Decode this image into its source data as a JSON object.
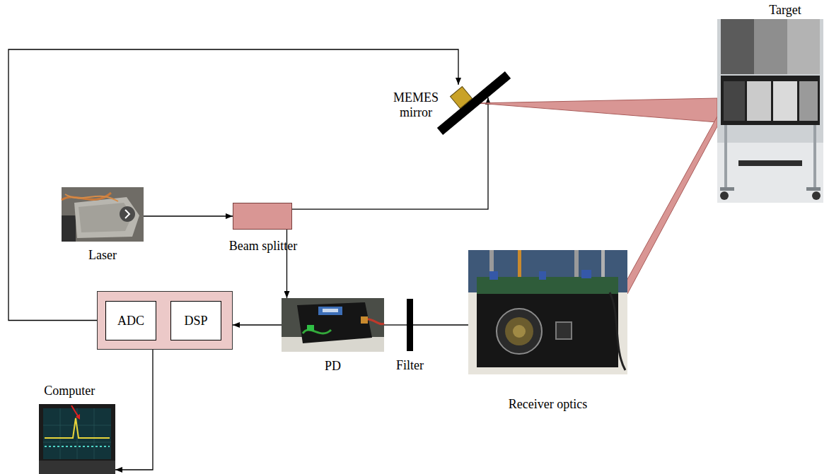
{
  "diagram": {
    "nodes": [
      {
        "text": [
          "Target"
        ]
      },
      {
        "text": [
          "MEMES mirror"
        ]
      },
      {
        "text": [
          "Laser"
        ]
      },
      {
        "text": [
          "Beam splitter"
        ]
      },
      {
        "text": []
      },
      {
        "text": [
          "ADC"
        ],
        "in": 4
      },
      {
        "text": [
          "DSP"
        ],
        "in": 4
      },
      {
        "text": [
          "PD"
        ]
      },
      {
        "text": [
          "Filter"
        ]
      },
      {
        "text": [
          "Receiver optics"
        ]
      },
      {
        "text": [
          "Computer"
        ]
      }
    ],
    "edges": [
      {
        "from": 2,
        "to": 3,
        "arrow": "to"
      },
      {
        "from": 3,
        "to": 1,
        "arrow": "to"
      },
      {
        "from": 3,
        "to": 7,
        "arrow": "to"
      },
      {
        "from": 4,
        "to": 1,
        "arrow": "to"
      },
      {
        "from": 7,
        "to": 4,
        "arrow": "to"
      },
      {
        "from": 9,
        "to": 8,
        "arrow": "none"
      },
      {
        "from": 8,
        "to": 7,
        "arrow": "none"
      },
      {
        "from": 4,
        "to": 10,
        "arrow": "to"
      },
      {
        "from": 1,
        "to": 0,
        "arrow": "none"
      },
      {
        "from": 0,
        "to": 9,
        "arrow": "none"
      }
    ]
  }
}
